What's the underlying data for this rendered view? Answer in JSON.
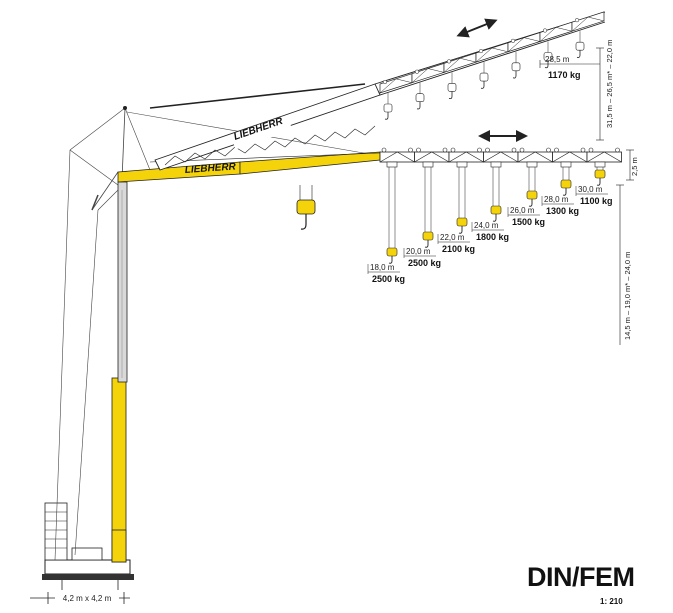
{
  "brand": {
    "logo": "LIEBHERR"
  },
  "standard": {
    "label": "DIN/FEM",
    "scale": "1: 210"
  },
  "base": {
    "footprint": "4,2 m x 4,2 m"
  },
  "height_labels": {
    "luffed": "31,5 m – 26,5 m* – 22,0 m",
    "horizontal_range": "14,5 m – 19,0 m* – 24,0 m",
    "jib_offset": "2,5 m"
  },
  "luffed_jib": {
    "radius": "28,5 m",
    "load": "1170 kg"
  },
  "horizontal_jib": {
    "positions": [
      {
        "radius": "18,0 m",
        "load": "2500 kg"
      },
      {
        "radius": "20,0 m",
        "load": "2500 kg"
      },
      {
        "radius": "22,0 m",
        "load": "2100 kg"
      },
      {
        "radius": "24,0 m",
        "load": "1800 kg"
      },
      {
        "radius": "26,0 m",
        "load": "1500 kg"
      },
      {
        "radius": "28,0 m",
        "load": "1300 kg"
      },
      {
        "radius": "30,0 m",
        "load": "1100 kg"
      }
    ]
  },
  "colors": {
    "mast_yellow": "#f5d30a",
    "outline": "#222222",
    "line_grey": "#555555"
  },
  "icons": {
    "travel_arrows": "double-arrow-icon",
    "hook": "hook-icon"
  }
}
